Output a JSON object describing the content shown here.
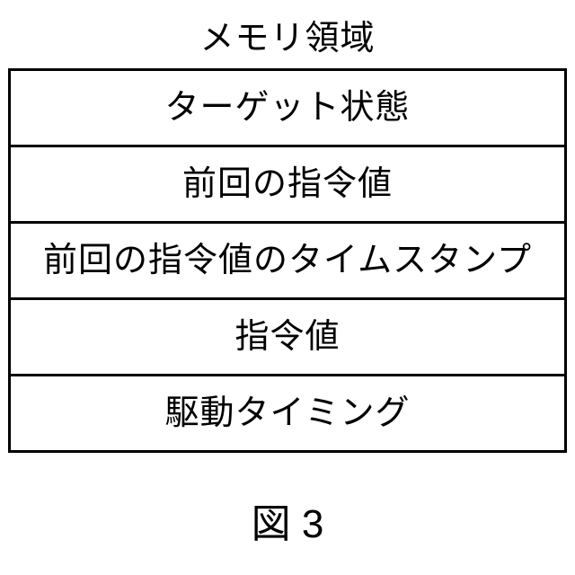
{
  "figure": {
    "title": "メモリ領域",
    "rows": [
      "ターゲット状態",
      "前回の指令値",
      "前回の指令値のタイムスタンプ",
      "指令値",
      "駆動タイミング"
    ],
    "caption": "図 3"
  },
  "colors": {
    "background": "#ffffff",
    "border": "#000000",
    "text": "#000000"
  }
}
